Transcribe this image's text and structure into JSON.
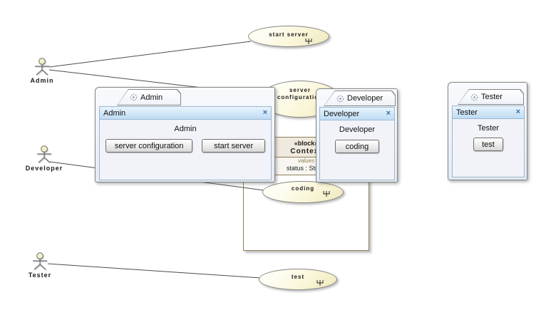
{
  "diagram": {
    "actors": [
      {
        "name": "Admin"
      },
      {
        "name": "Developer"
      },
      {
        "name": "Tester"
      }
    ],
    "use_cases": [
      {
        "label": "start server"
      },
      {
        "label": "server configuration"
      },
      {
        "label": "coding"
      },
      {
        "label": "test"
      }
    ],
    "block": {
      "stereotype": "«block»",
      "name": "Context",
      "values_compartment_label": "values",
      "value_row": "status : String"
    }
  },
  "windows": [
    {
      "tab_label": "Admin",
      "title": "Admin",
      "close_label": "×",
      "body_label": "Admin",
      "buttons": [
        {
          "label": "server configuration"
        },
        {
          "label": "start server"
        }
      ]
    },
    {
      "tab_label": "Developer",
      "title": "Developer",
      "close_label": "×",
      "body_label": "Developer",
      "buttons": [
        {
          "label": "coding"
        }
      ]
    },
    {
      "tab_label": "Tester",
      "title": "Tester",
      "close_label": "×",
      "body_label": "Tester",
      "buttons": [
        {
          "label": "test"
        }
      ]
    }
  ],
  "colors": {
    "usecase_fill": "#faf6d8",
    "usecase_border": "#8a8a8a",
    "block_fill_light": "#f4eed8",
    "block_fill_dark": "#d5c085",
    "block_border": "#8b7d58",
    "titlebar_top": "#e8f4fd",
    "titlebar_bottom": "#bfdcf3",
    "frame_border": "#858585",
    "close_color": "#3a6ea5",
    "association_line": "#4d4d4d"
  }
}
